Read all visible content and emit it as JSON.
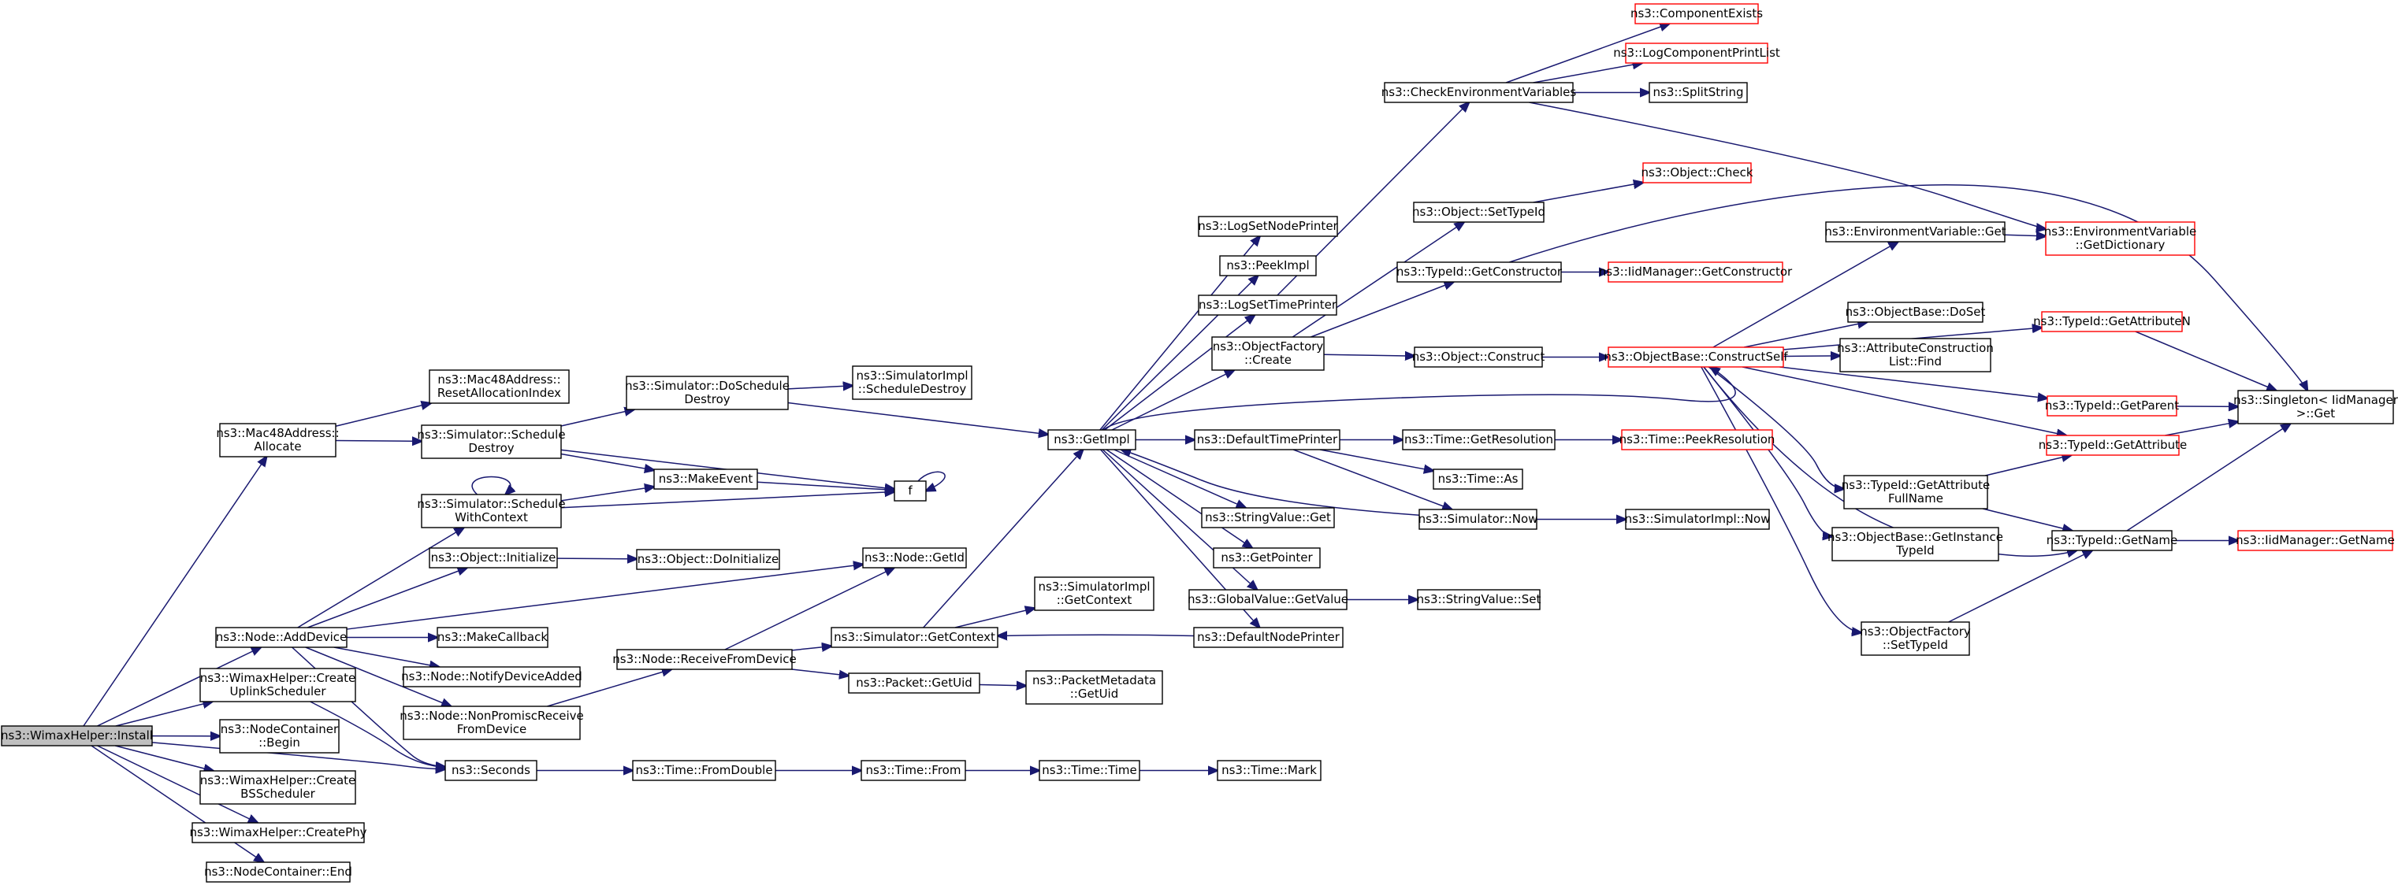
{
  "diagram": {
    "root": "ns3::WimaxHelper::Install",
    "nodes": [
      {
        "id": "install",
        "lines": [
          "ns3::WimaxHelper::Install"
        ],
        "style": "root"
      },
      {
        "id": "mac48alloc",
        "lines": [
          "ns3::Mac48Address::",
          "Allocate"
        ]
      },
      {
        "id": "nodeadd",
        "lines": [
          "ns3::Node::AddDevice"
        ]
      },
      {
        "id": "createuplink",
        "lines": [
          "ns3::WimaxHelper::Create",
          "UplinkScheduler"
        ]
      },
      {
        "id": "ncbegin",
        "lines": [
          "ns3::NodeContainer",
          "::Begin"
        ]
      },
      {
        "id": "createbs",
        "lines": [
          "ns3::WimaxHelper::Create",
          "BSScheduler"
        ]
      },
      {
        "id": "createphy",
        "lines": [
          "ns3::WimaxHelper::CreatePhy"
        ]
      },
      {
        "id": "ncend",
        "lines": [
          "ns3::NodeContainer::End"
        ]
      },
      {
        "id": "resetalloc",
        "lines": [
          "ns3::Mac48Address::",
          "ResetAllocationIndex"
        ]
      },
      {
        "id": "schedDestroy",
        "lines": [
          "ns3::Simulator::Schedule",
          "Destroy"
        ]
      },
      {
        "id": "schedWithCtx",
        "lines": [
          "ns3::Simulator::Schedule",
          "WithContext"
        ]
      },
      {
        "id": "objInit",
        "lines": [
          "ns3::Object::Initialize"
        ]
      },
      {
        "id": "makeCallback",
        "lines": [
          "ns3::MakeCallback"
        ]
      },
      {
        "id": "notifyDev",
        "lines": [
          "ns3::Node::NotifyDeviceAdded"
        ]
      },
      {
        "id": "nonPromisc",
        "lines": [
          "ns3::Node::NonPromiscReceive",
          "FromDevice"
        ]
      },
      {
        "id": "seconds",
        "lines": [
          "ns3::Seconds"
        ]
      },
      {
        "id": "doSchedDestroy",
        "lines": [
          "ns3::Simulator::DoSchedule",
          "Destroy"
        ]
      },
      {
        "id": "makeEvent",
        "lines": [
          "ns3::MakeEvent"
        ]
      },
      {
        "id": "objDoInit",
        "lines": [
          "ns3::Object::DoInitialize"
        ]
      },
      {
        "id": "nodeRecv",
        "lines": [
          "ns3::Node::ReceiveFromDevice"
        ]
      },
      {
        "id": "timeFromDouble",
        "lines": [
          "ns3::Time::FromDouble"
        ]
      },
      {
        "id": "simImplSchedDestroy",
        "lines": [
          "ns3::SimulatorImpl",
          "::ScheduleDestroy"
        ]
      },
      {
        "id": "f",
        "lines": [
          "f"
        ]
      },
      {
        "id": "nodeGetId",
        "lines": [
          "ns3::Node::GetId"
        ]
      },
      {
        "id": "simGetCtx",
        "lines": [
          "ns3::Simulator::GetContext"
        ]
      },
      {
        "id": "pktGetUid",
        "lines": [
          "ns3::Packet::GetUid"
        ]
      },
      {
        "id": "timeFrom",
        "lines": [
          "ns3::Time::From"
        ]
      },
      {
        "id": "getImpl",
        "lines": [
          "ns3::GetImpl"
        ]
      },
      {
        "id": "simImplGetCtx",
        "lines": [
          "ns3::SimulatorImpl",
          "::GetContext"
        ]
      },
      {
        "id": "pktMetaGetUid",
        "lines": [
          "ns3::PacketMetadata",
          "::GetUid"
        ]
      },
      {
        "id": "timeTime",
        "lines": [
          "ns3::Time::Time"
        ]
      },
      {
        "id": "timeMark",
        "lines": [
          "ns3::Time::Mark"
        ]
      },
      {
        "id": "logSetNodePrinter",
        "lines": [
          "ns3::LogSetNodePrinter"
        ]
      },
      {
        "id": "peekImpl",
        "lines": [
          "ns3::PeekImpl"
        ]
      },
      {
        "id": "logSetTimePrinter",
        "lines": [
          "ns3::LogSetTimePrinter"
        ]
      },
      {
        "id": "objFactoryCreate",
        "lines": [
          "ns3::ObjectFactory",
          "::Create"
        ]
      },
      {
        "id": "defTimePrinter",
        "lines": [
          "ns3::DefaultTimePrinter"
        ]
      },
      {
        "id": "stringValueGet",
        "lines": [
          "ns3::StringValue::Get"
        ]
      },
      {
        "id": "getPointer",
        "lines": [
          "ns3::GetPointer"
        ]
      },
      {
        "id": "globalValueGetValue",
        "lines": [
          "ns3::GlobalValue::GetValue"
        ]
      },
      {
        "id": "defNodePrinter",
        "lines": [
          "ns3::DefaultNodePrinter"
        ]
      },
      {
        "id": "checkEnvVars",
        "lines": [
          "ns3::CheckEnvironmentVariables"
        ]
      },
      {
        "id": "objSetTypeId",
        "lines": [
          "ns3::Object::SetTypeId"
        ]
      },
      {
        "id": "typeIdGetCtor",
        "lines": [
          "ns3::TypeId::GetConstructor"
        ]
      },
      {
        "id": "objConstruct",
        "lines": [
          "ns3::Object::Construct"
        ]
      },
      {
        "id": "timeGetRes",
        "lines": [
          "ns3::Time::GetResolution"
        ]
      },
      {
        "id": "timeAs",
        "lines": [
          "ns3::Time::As"
        ]
      },
      {
        "id": "simNow",
        "lines": [
          "ns3::Simulator::Now"
        ]
      },
      {
        "id": "stringValueSet",
        "lines": [
          "ns3::StringValue::Set"
        ]
      },
      {
        "id": "componentExists",
        "lines": [
          "ns3::ComponentExists"
        ],
        "style": "ext"
      },
      {
        "id": "logCompPrintList",
        "lines": [
          "ns3::LogComponentPrintList"
        ],
        "style": "ext"
      },
      {
        "id": "splitString",
        "lines": [
          "ns3::SplitString"
        ]
      },
      {
        "id": "objCheck",
        "lines": [
          "ns3::Object::Check"
        ],
        "style": "ext"
      },
      {
        "id": "iidGetCtor",
        "lines": [
          "ns3::IidManager::GetConstructor"
        ],
        "style": "ext"
      },
      {
        "id": "objBaseConstructSelf",
        "lines": [
          "ns3::ObjectBase::ConstructSelf"
        ],
        "style": "ext"
      },
      {
        "id": "timePeekRes",
        "lines": [
          "ns3::Time::PeekResolution"
        ],
        "style": "ext"
      },
      {
        "id": "simImplNow",
        "lines": [
          "ns3::SimulatorImpl::Now"
        ]
      },
      {
        "id": "envVarGet",
        "lines": [
          "ns3::EnvironmentVariable::Get"
        ]
      },
      {
        "id": "objBaseDoSet",
        "lines": [
          "ns3::ObjectBase::DoSet"
        ]
      },
      {
        "id": "attrConstrFind",
        "lines": [
          "ns3::AttributeConstruction",
          "List::Find"
        ]
      },
      {
        "id": "typeIdGetAttrFull",
        "lines": [
          "ns3::TypeId::GetAttribute",
          "FullName"
        ]
      },
      {
        "id": "objBaseGetInstTid",
        "lines": [
          "ns3::ObjectBase::GetInstance",
          "TypeId"
        ]
      },
      {
        "id": "objFactorySetTid",
        "lines": [
          "ns3::ObjectFactory",
          "::SetTypeId"
        ]
      },
      {
        "id": "envVarGetDict",
        "lines": [
          "ns3::EnvironmentVariable",
          "::GetDictionary"
        ],
        "style": "ext"
      },
      {
        "id": "typeIdGetAttrN",
        "lines": [
          "ns3::TypeId::GetAttributeN"
        ],
        "style": "ext"
      },
      {
        "id": "typeIdGetParent",
        "lines": [
          "ns3::TypeId::GetParent"
        ],
        "style": "ext"
      },
      {
        "id": "typeIdGetAttr",
        "lines": [
          "ns3::TypeId::GetAttribute"
        ],
        "style": "ext"
      },
      {
        "id": "typeIdGetName",
        "lines": [
          "ns3::TypeId::GetName"
        ]
      },
      {
        "id": "singletonGet",
        "lines": [
          "ns3::Singleton< IidManager",
          " >::Get"
        ]
      },
      {
        "id": "iidGetName",
        "lines": [
          "ns3::IidManager::GetName"
        ],
        "style": "ext"
      }
    ],
    "edges": [
      [
        "install",
        "mac48alloc"
      ],
      [
        "install",
        "nodeadd"
      ],
      [
        "install",
        "createuplink"
      ],
      [
        "install",
        "ncbegin"
      ],
      [
        "install",
        "createbs"
      ],
      [
        "install",
        "createphy"
      ],
      [
        "install",
        "ncend"
      ],
      [
        "install",
        "seconds"
      ],
      [
        "mac48alloc",
        "resetalloc"
      ],
      [
        "mac48alloc",
        "schedDestroy"
      ],
      [
        "nodeadd",
        "schedWithCtx"
      ],
      [
        "nodeadd",
        "objInit"
      ],
      [
        "nodeadd",
        "nodeGetId"
      ],
      [
        "nodeadd",
        "makeCallback"
      ],
      [
        "nodeadd",
        "notifyDev"
      ],
      [
        "nodeadd",
        "nonPromisc"
      ],
      [
        "nodeadd",
        "seconds"
      ],
      [
        "createuplink",
        "seconds"
      ],
      [
        "schedDestroy",
        "doSchedDestroy"
      ],
      [
        "schedDestroy",
        "makeEvent"
      ],
      [
        "schedDestroy",
        "f"
      ],
      [
        "schedWithCtx",
        "schedWithCtx"
      ],
      [
        "schedWithCtx",
        "makeEvent"
      ],
      [
        "schedWithCtx",
        "f"
      ],
      [
        "objInit",
        "objDoInit"
      ],
      [
        "nonPromisc",
        "nodeRecv"
      ],
      [
        "seconds",
        "timeFromDouble"
      ],
      [
        "doSchedDestroy",
        "simImplSchedDestroy"
      ],
      [
        "doSchedDestroy",
        "getImpl"
      ],
      [
        "makeEvent",
        "f"
      ],
      [
        "f",
        "f"
      ],
      [
        "nodeRecv",
        "nodeGetId"
      ],
      [
        "nodeRecv",
        "simGetCtx"
      ],
      [
        "nodeRecv",
        "pktGetUid"
      ],
      [
        "timeFromDouble",
        "timeFrom"
      ],
      [
        "simGetCtx",
        "getImpl"
      ],
      [
        "simGetCtx",
        "simImplGetCtx"
      ],
      [
        "pktGetUid",
        "pktMetaGetUid"
      ],
      [
        "timeFrom",
        "timeTime"
      ],
      [
        "timeTime",
        "timeMark"
      ],
      [
        "getImpl",
        "logSetNodePrinter"
      ],
      [
        "getImpl",
        "peekImpl"
      ],
      [
        "getImpl",
        "logSetTimePrinter"
      ],
      [
        "getImpl",
        "objFactoryCreate"
      ],
      [
        "getImpl",
        "defTimePrinter"
      ],
      [
        "getImpl",
        "stringValueGet"
      ],
      [
        "getImpl",
        "getPointer"
      ],
      [
        "getImpl",
        "globalValueGetValue"
      ],
      [
        "getImpl",
        "defNodePrinter"
      ],
      [
        "getImpl",
        "objBaseConstructSelf"
      ],
      [
        "logSetTimePrinter",
        "checkEnvVars"
      ],
      [
        "objFactoryCreate",
        "objSetTypeId"
      ],
      [
        "objFactoryCreate",
        "typeIdGetCtor"
      ],
      [
        "objFactoryCreate",
        "objConstruct"
      ],
      [
        "defTimePrinter",
        "timeGetRes"
      ],
      [
        "defTimePrinter",
        "timeAs"
      ],
      [
        "defTimePrinter",
        "simNow"
      ],
      [
        "simNow",
        "getImpl"
      ],
      [
        "simNow",
        "simImplNow"
      ],
      [
        "globalValueGetValue",
        "stringValueSet"
      ],
      [
        "defNodePrinter",
        "simGetCtx"
      ],
      [
        "checkEnvVars",
        "componentExists"
      ],
      [
        "checkEnvVars",
        "logCompPrintList"
      ],
      [
        "checkEnvVars",
        "splitString"
      ],
      [
        "checkEnvVars",
        "envVarGetDict"
      ],
      [
        "objSetTypeId",
        "objCheck"
      ],
      [
        "typeIdGetCtor",
        "iidGetCtor"
      ],
      [
        "typeIdGetCtor",
        "singletonGet"
      ],
      [
        "objConstruct",
        "objBaseConstructSelf"
      ],
      [
        "timeGetRes",
        "timePeekRes"
      ],
      [
        "objBaseConstructSelf",
        "envVarGet"
      ],
      [
        "objBaseConstructSelf",
        "objBaseDoSet"
      ],
      [
        "objBaseConstructSelf",
        "attrConstrFind"
      ],
      [
        "objBaseConstructSelf",
        "typeIdGetAttrN"
      ],
      [
        "objBaseConstructSelf",
        "typeIdGetParent"
      ],
      [
        "objBaseConstructSelf",
        "typeIdGetAttr"
      ],
      [
        "objBaseConstructSelf",
        "typeIdGetAttrFull"
      ],
      [
        "objBaseConstructSelf",
        "objBaseGetInstTid"
      ],
      [
        "objBaseConstructSelf",
        "objFactorySetTid"
      ],
      [
        "objBaseConstructSelf",
        "typeIdGetName"
      ],
      [
        "envVarGet",
        "envVarGetDict"
      ],
      [
        "typeIdGetAttrN",
        "singletonGet"
      ],
      [
        "typeIdGetParent",
        "singletonGet"
      ],
      [
        "typeIdGetAttr",
        "singletonGet"
      ],
      [
        "typeIdGetAttrFull",
        "typeIdGetAttr"
      ],
      [
        "typeIdGetAttrFull",
        "typeIdGetName"
      ],
      [
        "objFactorySetTid",
        "typeIdGetName"
      ],
      [
        "typeIdGetName",
        "singletonGet"
      ],
      [
        "typeIdGetName",
        "iidGetName"
      ]
    ]
  }
}
